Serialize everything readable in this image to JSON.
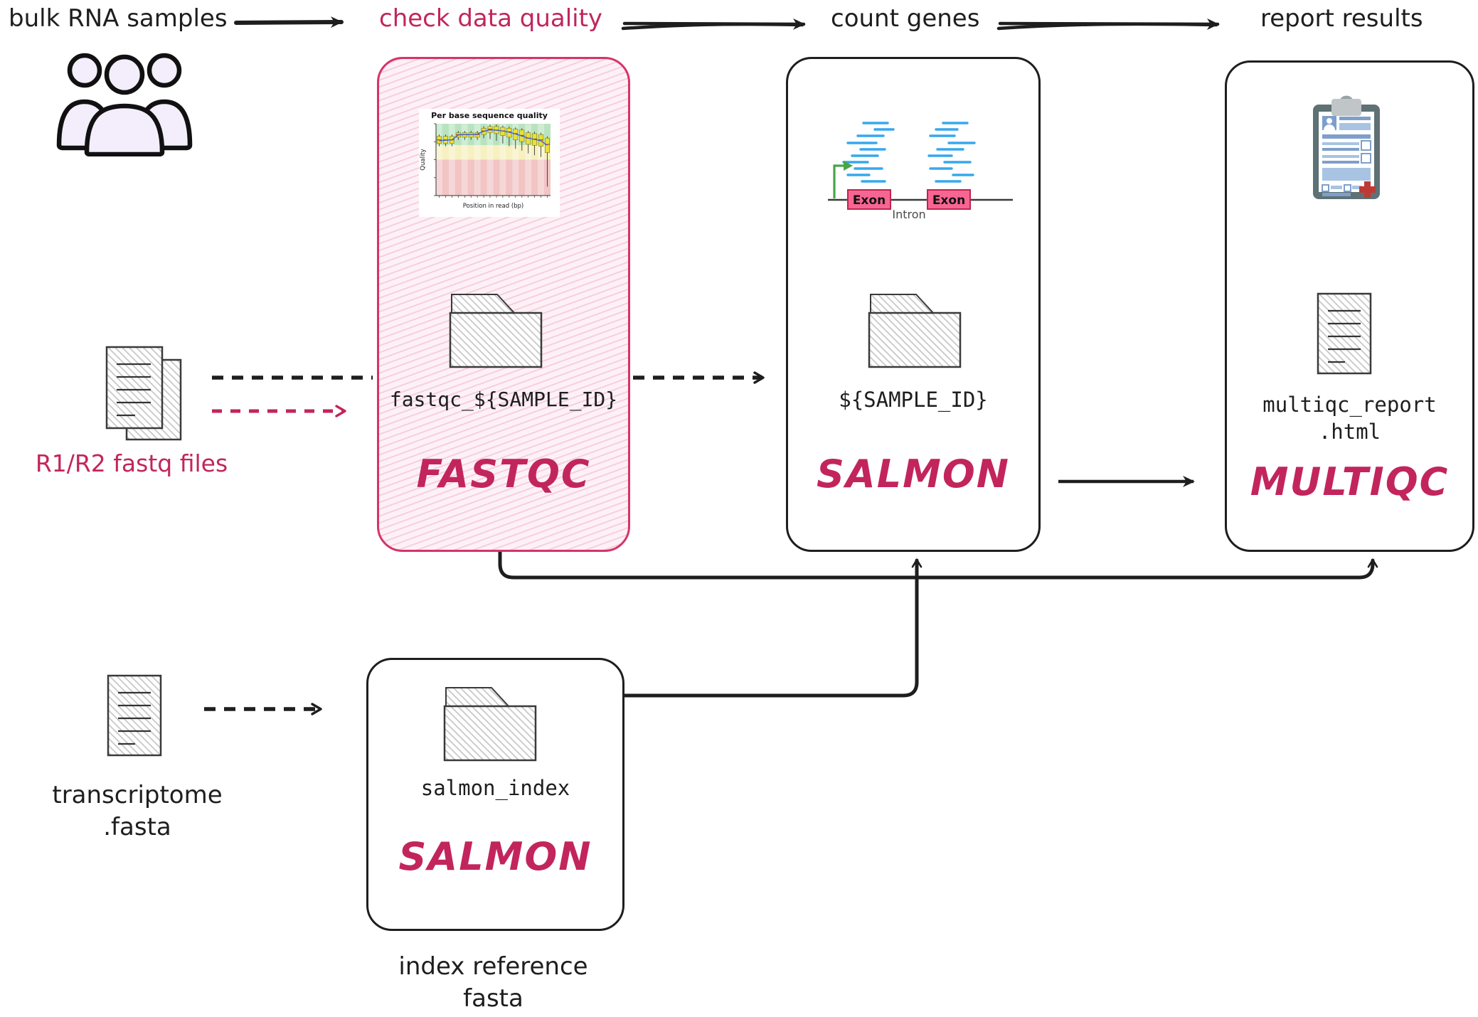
{
  "colors": {
    "ink": "#1e1e1e",
    "accent": "#c2255c",
    "accent-border": "#d6336c",
    "fastqc-bg": "#fdf1f6",
    "fastqc-stripe": "#f6cfdf",
    "hatch-line": "#bdbdbd",
    "doc-border": "#3a3a3a",
    "people-fill": "#f4eefc",
    "read-blue": "#37a7ee",
    "exon-fill": "#f76593",
    "exon-border": "#c0244f",
    "gene-green": "#47a647",
    "intron-gray": "#4a4a4a",
    "clip-frame": "#5e7175",
    "clip-metal": "#c0c5c8",
    "paper-blue": "#a9c3e2",
    "paper-blue-dark": "#7f9fcb",
    "cross-red": "#bf3a35"
  },
  "header": {
    "steps": [
      {
        "label": "bulk RNA samples"
      },
      {
        "label": "check data quality"
      },
      {
        "label": "count genes"
      },
      {
        "label": "report results"
      }
    ]
  },
  "inputs": {
    "fastq_files_label": "R1/R2 fastq files",
    "transcriptome_label": [
      "transcriptome",
      ".fasta"
    ]
  },
  "boxes": {
    "fastqc": {
      "output_folder": "fastqc_${SAMPLE_ID}",
      "tool": "FASTQC"
    },
    "salmon": {
      "output_folder": "${SAMPLE_ID}",
      "tool": "SALMON",
      "gene_diagram": {
        "exon_left": "Exon",
        "exon_right": "Exon",
        "intron": "Intron"
      }
    },
    "multiqc": {
      "output_file": [
        "multiqc_report",
        ".html"
      ],
      "tool": "MULTIQC"
    },
    "salmon_index": {
      "output_folder": "salmon_index",
      "tool": "SALMON",
      "caption": [
        "index reference",
        "fasta"
      ]
    }
  },
  "chart_data": {
    "type": "boxplot",
    "title": "Per base sequence quality",
    "xlabel": "Position in read (bp)",
    "ylabel": "Quality",
    "ylim": [
      0,
      40
    ],
    "grid": false,
    "zones": [
      {
        "name": "good",
        "range": [
          28,
          40
        ],
        "color": "#b9e3c0"
      },
      {
        "name": "ok",
        "range": [
          20,
          28
        ],
        "color": "#f7f0c0"
      },
      {
        "name": "poor",
        "range": [
          0,
          20
        ],
        "color": "#f2c4c4"
      }
    ],
    "positions": [
      1,
      2,
      3,
      4,
      5,
      6,
      7,
      8,
      9,
      10,
      11,
      12,
      13,
      14,
      15,
      16,
      17,
      18
    ],
    "box_top": [
      33,
      33,
      33,
      35,
      35,
      35,
      35,
      37.5,
      38.5,
      38.5,
      38,
      37.5,
      37,
      36.5,
      35,
      34.5,
      34,
      32
    ],
    "box_bottom": [
      29,
      29,
      29,
      32.5,
      32.5,
      32.5,
      32.5,
      34,
      35,
      34.5,
      33.5,
      32.5,
      31,
      30,
      28.5,
      28,
      27.5,
      24
    ],
    "median": [
      31,
      31,
      31,
      34,
      34,
      34,
      34,
      36,
      37,
      36.5,
      36,
      35.5,
      34.5,
      33.5,
      32,
      31.5,
      31,
      28.5
    ],
    "whisker_top": [
      34,
      34,
      34,
      36,
      36,
      36,
      36,
      38.5,
      39.5,
      39.5,
      39,
      38.5,
      38,
      37.5,
      36,
      35.5,
      35,
      33
    ],
    "whisker_bottom": [
      27.5,
      27.5,
      27.5,
      31,
      31,
      31,
      31,
      32,
      31.5,
      30.5,
      29,
      27.5,
      26,
      25,
      23.5,
      22.5,
      21.5,
      5
    ],
    "mean": [
      30.5,
      30.8,
      31,
      33.8,
      34,
      34,
      34.2,
      35.8,
      36.6,
      36.4,
      36,
      35.3,
      34.3,
      33.2,
      32,
      31.3,
      30.5,
      28
    ]
  }
}
